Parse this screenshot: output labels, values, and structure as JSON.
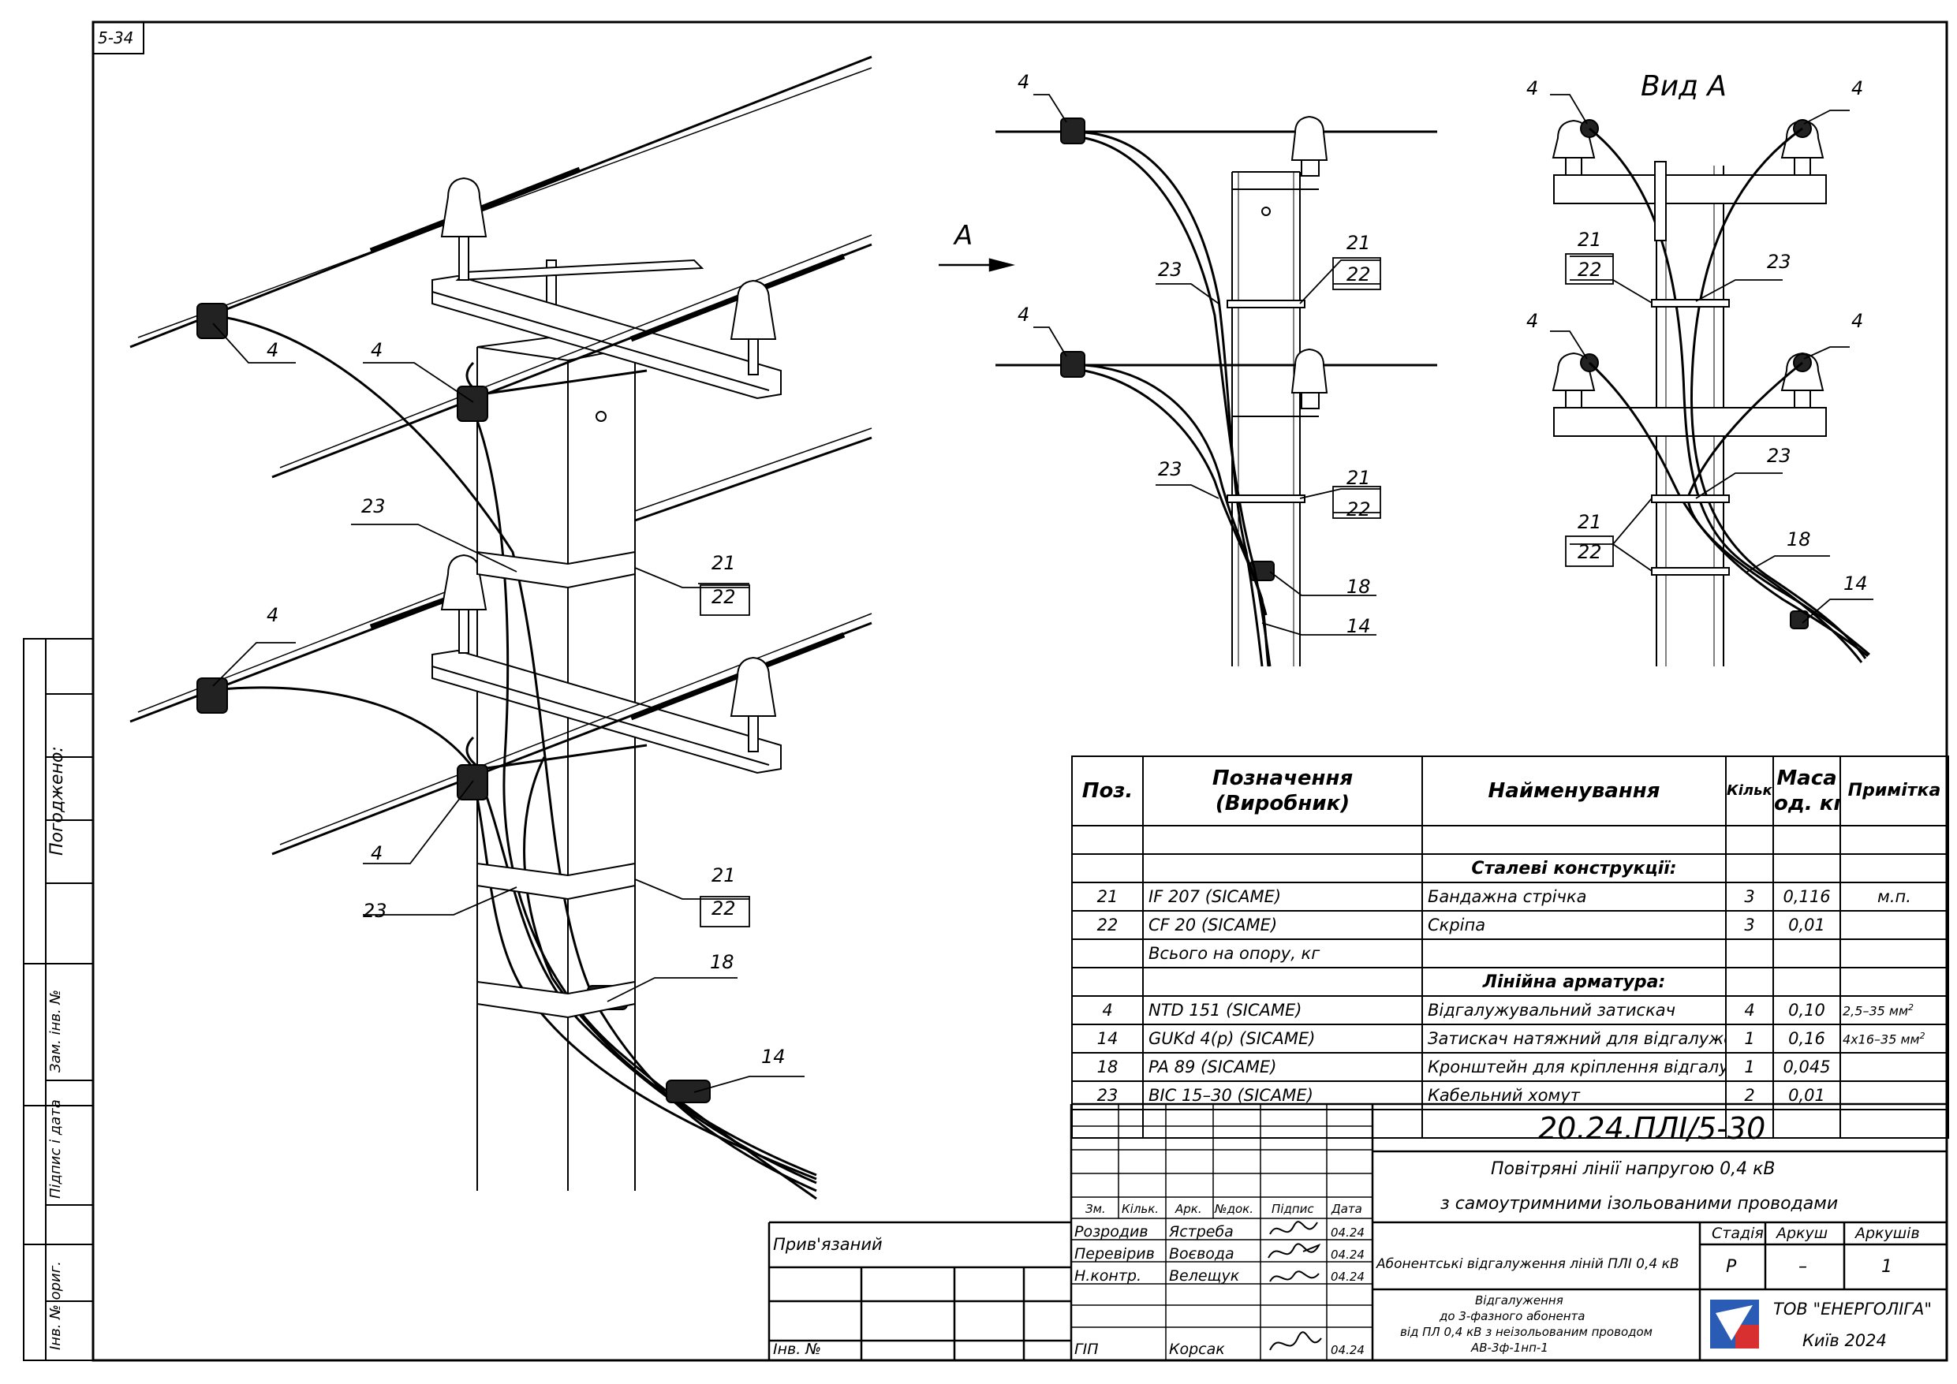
{
  "sheet_id": "5-34",
  "side_block": {
    "agreed": "Погоджено:",
    "replaced_inv": "Зам. інв. №",
    "sign_date": "Підпис і дата",
    "orig_inv": "Інв. № ориг."
  },
  "left_view": {
    "labels": [
      {
        "text": "4"
      },
      {
        "text": "4"
      },
      {
        "text": "23"
      },
      {
        "text": "21"
      },
      {
        "text": "22"
      },
      {
        "text": "4"
      },
      {
        "text": "4"
      },
      {
        "text": "23"
      },
      {
        "text": "21"
      },
      {
        "text": "22"
      },
      {
        "text": "18"
      },
      {
        "text": "14"
      }
    ]
  },
  "arrow_label": "А",
  "middle_view": {
    "labels": [
      {
        "text": "4"
      },
      {
        "text": "21"
      },
      {
        "text": "22"
      },
      {
        "text": "23"
      },
      {
        "text": "4"
      },
      {
        "text": "23"
      },
      {
        "text": "21"
      },
      {
        "text": "22"
      },
      {
        "text": "18"
      },
      {
        "text": "14"
      }
    ]
  },
  "right_view": {
    "title": "Вид А",
    "labels": [
      {
        "text": "4"
      },
      {
        "text": "4"
      },
      {
        "text": "21"
      },
      {
        "text": "22"
      },
      {
        "text": "23"
      },
      {
        "text": "4"
      },
      {
        "text": "4"
      },
      {
        "text": "23"
      },
      {
        "text": "21"
      },
      {
        "text": "22"
      },
      {
        "text": "18"
      },
      {
        "text": "14"
      }
    ]
  },
  "spec_table": {
    "headers": {
      "pos": "Поз.",
      "designation_1": "Позначення",
      "designation_2": "(Виробник)",
      "name": "Найменування",
      "qty": "Кільк.",
      "mass_1": "Маса",
      "mass_2": "од. кг",
      "note": "Примітка"
    },
    "sections": [
      {
        "title": "Сталеві конструкції:",
        "rows": [
          {
            "pos": "21",
            "designation": "IF 207  (SICAME)",
            "name": "Бандажна стрічка",
            "qty": "3",
            "mass": "0,116",
            "note": "м.п."
          },
          {
            "pos": "22",
            "designation": "CF 20  (SICAME)",
            "name": "Скріпа",
            "qty": "3",
            "mass": "0,01",
            "note": ""
          },
          {
            "pos": "",
            "designation": "Всього на опору, кг",
            "name": "",
            "qty": "",
            "mass": "",
            "note": ""
          }
        ]
      },
      {
        "title": "Лінійна арматура:",
        "rows": [
          {
            "pos": "4",
            "designation": "NTD 151  (SICAME)",
            "name": "Відгалужувальний затискач",
            "qty": "4",
            "mass": "0,10",
            "note": "2,5–35 мм",
            "note_sup": "2"
          },
          {
            "pos": "14",
            "designation": "GUKd 4(p)  (SICAME)",
            "name": "Затискач натяжний для відгалужень",
            "qty": "1",
            "mass": "0,16",
            "note": "4х16–35 мм",
            "note_sup": "2"
          },
          {
            "pos": "18",
            "designation": "PA 89  (SICAME)",
            "name": "Кронштейн для кріплення відгалужень",
            "qty": "1",
            "mass": "0,045",
            "note": ""
          },
          {
            "pos": "23",
            "designation": "BIC 15–30  (SICAME)",
            "name": "Кабельний хомут",
            "qty": "2",
            "mass": "0,01",
            "note": ""
          }
        ]
      }
    ]
  },
  "title_block": {
    "doc_number": "20.24.ПЛІ/5-30",
    "title_line1": "Повітряні лінії напругою 0,4 кВ",
    "title_line2": "з самоутримними ізольованими проводами",
    "rev_headers": {
      "zm": "Зм.",
      "kilk": "Кільк.",
      "ark": "Арк.",
      "ndok": "№док.",
      "pidpys": "Підпис",
      "data": "Дата"
    },
    "roles": [
      {
        "role": "Розродив",
        "name": "Ястреба",
        "date": "04.24"
      },
      {
        "role": "Перевірив",
        "name": "Воєвода",
        "date": "04.24"
      },
      {
        "role": "Н.контр.",
        "name": "Велещук",
        "date": "04.24"
      },
      {
        "role": "ГІП",
        "name": "Корсак",
        "date": "04.24"
      }
    ],
    "sheet_title": "Абонентські відгалуження ліній ПЛІ 0,4 кВ",
    "stage_header": "Стадія",
    "sheet_header": "Аркуш",
    "sheets_header": "Аркушів",
    "stage": "Р",
    "sheet": "–",
    "sheets": "1",
    "drawing_desc": [
      "Відгалуження",
      "до 3-фазного абонента",
      "від ПЛ 0,4 кВ з неізольованим проводом",
      "АВ-3ф-1нп-1"
    ],
    "company": "ТОВ \"ЕНЕРГОЛІГА\"",
    "city_year": "Київ 2024",
    "bound": "Прив'язаний",
    "inv_no": "Інв. №"
  }
}
